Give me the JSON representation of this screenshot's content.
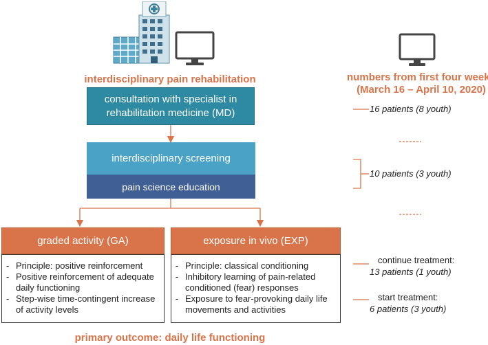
{
  "header": {
    "left_title": "interdisciplinary pain rehabilitation",
    "right_title_line1": "numbers from first four weeks",
    "right_title_line2": "(March 16 – April 10, 2020)"
  },
  "icons": {
    "hospital": "hospital-building-icon",
    "monitor_left": "computer-monitor-icon",
    "monitor_right": "computer-monitor-icon"
  },
  "flow": {
    "consultation_line1": "consultation with specialist in",
    "consultation_line2": "rehabilitation medicine (MD)",
    "screening": "interdisciplinary screening",
    "education": "pain science education"
  },
  "graded_activity": {
    "title": "graded activity (GA)",
    "items": [
      "Principle: positive reinforcement",
      "Positive reinforcement of adequate daily functioning",
      "Step-wise time-contingent increase of activity levels"
    ]
  },
  "exposure": {
    "title": "exposure in vivo (EXP)",
    "items": [
      "Principle: classical conditioning",
      "Inhibitory learning of pain-related conditioned (fear) responses",
      "Exposure to fear-provoking daily life movements and activities"
    ]
  },
  "numbers": {
    "consultation": "16 patients (8 youth)",
    "screening_education": "10 patients (3 youth)",
    "continue_label": "continue treatment:",
    "continue_value": "13 patients (1 youth)",
    "start_label": "start treatment:",
    "start_value": "6 patients (3 youth)"
  },
  "footer": {
    "outcome": "primary outcome: daily life functioning"
  },
  "colors": {
    "orange": "#d9744a",
    "teal_dark": "#2e8aa3",
    "teal_light": "#4aa2c7",
    "navy": "#3f5f95"
  }
}
